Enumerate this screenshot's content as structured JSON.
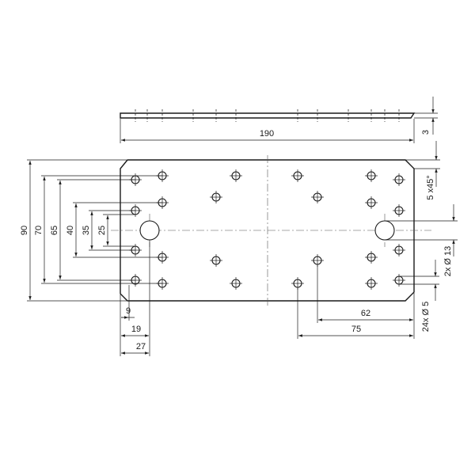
{
  "drawing": {
    "side_view": {
      "length_label": "190",
      "thickness_label": "3"
    },
    "front_view": {
      "chamfer_label": "5 x45°",
      "height_labels": [
        "90",
        "70",
        "65",
        "40",
        "35",
        "25"
      ],
      "x_labels_left": [
        "9",
        "19",
        "27"
      ],
      "x_labels_right": [
        "62",
        "75"
      ],
      "large_hole_label": "2x Ø 13",
      "small_hole_label": "24x Ø 5"
    }
  }
}
